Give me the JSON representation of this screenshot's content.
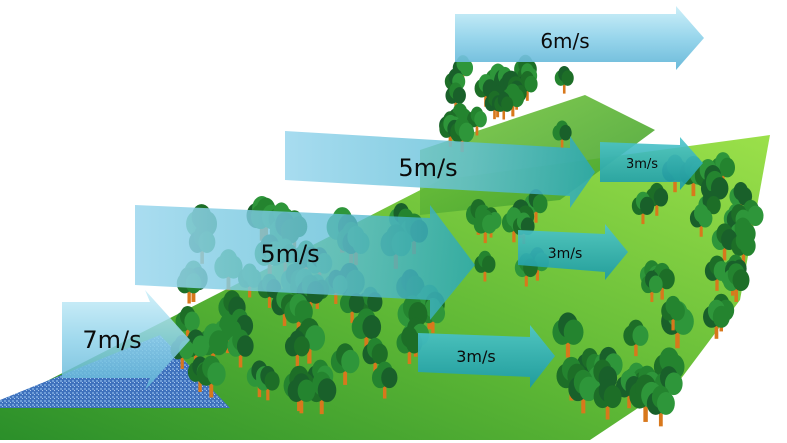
{
  "diagram": {
    "arrows": [
      {
        "id": "arrow-6",
        "label": "6m/s"
      },
      {
        "id": "arrow-5-upper",
        "label": "5m/s"
      },
      {
        "id": "arrow-5-lower",
        "label": "5m/s"
      },
      {
        "id": "arrow-7",
        "label": "7m/s"
      },
      {
        "id": "arrow-3-right",
        "label": "3m/s"
      },
      {
        "id": "arrow-3-middle",
        "label": "3m/s"
      },
      {
        "id": "arrow-3-bottom",
        "label": "3m/s"
      }
    ],
    "colors": {
      "ground_light": "#8ed43c",
      "ground_dark": "#2f9a2c",
      "tree_foliage": "#1f7a2a",
      "tree_trunk": "#d8781c",
      "water": "#4a7fc4",
      "arrow_light": "#9fd8ec",
      "arrow_teal": "#2fb0b6"
    }
  }
}
